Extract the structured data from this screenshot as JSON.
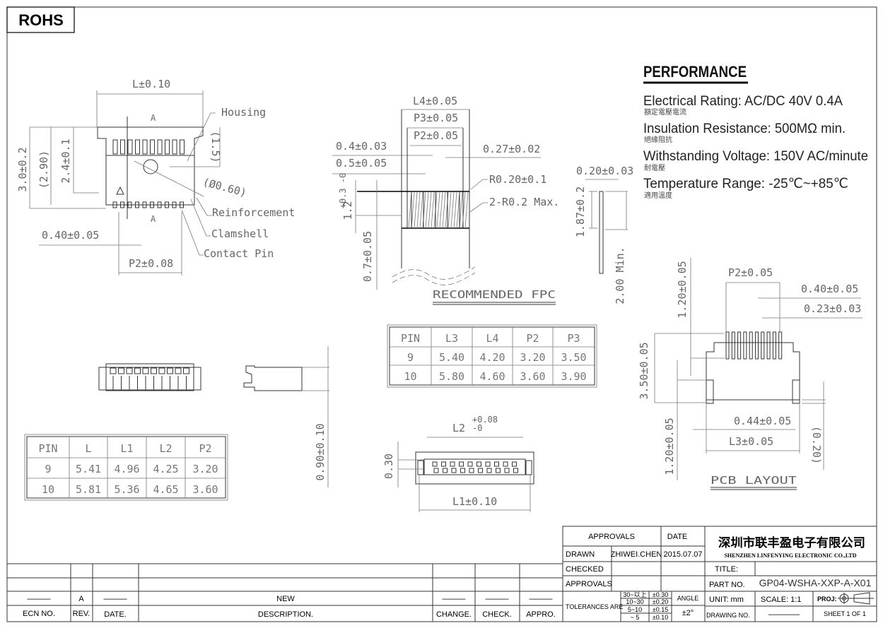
{
  "rohs": "ROHS",
  "performance": {
    "title": "PERFORMANCE",
    "items": [
      {
        "label": "Electrical Rating: AC/DC 40V  0.4A",
        "sub": "額定電壓電流"
      },
      {
        "label": "Insulation Resistance: 500MΩ min.",
        "sub": "絕緣阻抗"
      },
      {
        "label": "Withstanding Voltage:  150V AC/minute",
        "sub": "耐電壓"
      },
      {
        "label": "Temperature Range:    -25℃~+85℃",
        "sub": "適用溫度"
      }
    ]
  },
  "top_view": {
    "L": "L±0.10",
    "H30": "3.0±0.2",
    "H290": "(2.90)",
    "H24": "2.4±0.1",
    "H15": "(1.5)",
    "dia": "(Ø0.60)",
    "pitch": "0.40±0.05",
    "P2": "P2±0.08",
    "section": "A",
    "housing": "Housing",
    "reinforcement": "Reinforcement",
    "clamshell": "Clamshell",
    "contact_pin": "Contact Pin"
  },
  "fpc": {
    "L4": "L4±0.05",
    "P3": "P3±0.05",
    "P2": "P2±0.05",
    "d04": "0.4±0.03",
    "d05": "0.5±0.05",
    "d027": "0.27±0.02",
    "r020": "R0.20±0.1",
    "r02": "2-R0.2 Max.",
    "h12": "1.2",
    "h12tol": "+0.3 -0",
    "h07": "0.7±0.05",
    "title": "RECOMMENDED FPC",
    "t020": "0.20±0.03",
    "h187": "1.87±0.2",
    "min200": "2.00 Min."
  },
  "side": {
    "h090": "0.90±0.10"
  },
  "bottom_view": {
    "L2": "L2",
    "L2tol_plus": "+0.08",
    "L2tol_minus": "-0",
    "d030": "0.30",
    "L1": "L1±0.10"
  },
  "pcb": {
    "P2": "P2±0.05",
    "d040": "0.40±0.05",
    "d023": "0.23±0.03",
    "h120a": "1.20±0.05",
    "h350": "3.50±0.05",
    "h120b": "1.20±0.05",
    "d044": "0.44±0.05",
    "L3": "L3±0.05",
    "d020": "(0.20)",
    "title": "PCB LAYOUT"
  },
  "table1": {
    "headers": [
      "PIN",
      "L",
      "L1",
      "L2",
      "P2"
    ],
    "rows": [
      [
        "9",
        "5.41",
        "4.96",
        "4.25",
        "3.20"
      ],
      [
        "10",
        "5.81",
        "5.36",
        "4.65",
        "3.60"
      ]
    ]
  },
  "table2": {
    "headers": [
      "PIN",
      "L3",
      "L4",
      "P2",
      "P3"
    ],
    "rows": [
      [
        "9",
        "5.40",
        "4.20",
        "3.20",
        "3.50"
      ],
      [
        "10",
        "5.80",
        "4.60",
        "3.60",
        "3.90"
      ]
    ]
  },
  "revision": {
    "headers": [
      "ECN NO.",
      "REV.",
      "DATE.",
      "DESCRIPTION.",
      "CHANGE.",
      "CHECK.",
      "APPRO."
    ],
    "row": {
      "ecn": "———",
      "rev": "A",
      "date": "———",
      "description": "NEW",
      "change": "———",
      "check": "———",
      "appro": "———"
    }
  },
  "title_block": {
    "approvals_header": "APPROVALS",
    "date_header": "DATE",
    "drawn_label": "DRAWN",
    "drawn_name": "ZHIWEI.CHEN",
    "drawn_date": "2015.07.07",
    "checked_label": "CHECKED",
    "approvals_label": "APPROVALS",
    "company_cn": "深圳市联丰盈电子有限公司",
    "company_en": "SHENZHEN LINFENYING ELECTRONIC CO.,LTD",
    "title_label": "TITLE:",
    "part_no_label": "PART  NO.",
    "part_no": "GP04-WSHA-XXP-A-X01",
    "tolerances_label": "TOLERANCES  ARE",
    "tolerances": [
      [
        "30~以上",
        "±0.30"
      ],
      [
        "10~30",
        "±0.20"
      ],
      [
        "5~10",
        "±0.15"
      ],
      [
        "~ 5",
        "±0.10"
      ]
    ],
    "angle_label": "ANGLE",
    "angle_value": "±2°",
    "unit": "UNIT:  mm",
    "scale": "SCALE:   1:1",
    "proj": "PROJ:",
    "drawing_no_label": "DRAWING  NO.",
    "drawing_no": "————",
    "sheet": "SHEET   1  OF  1"
  }
}
